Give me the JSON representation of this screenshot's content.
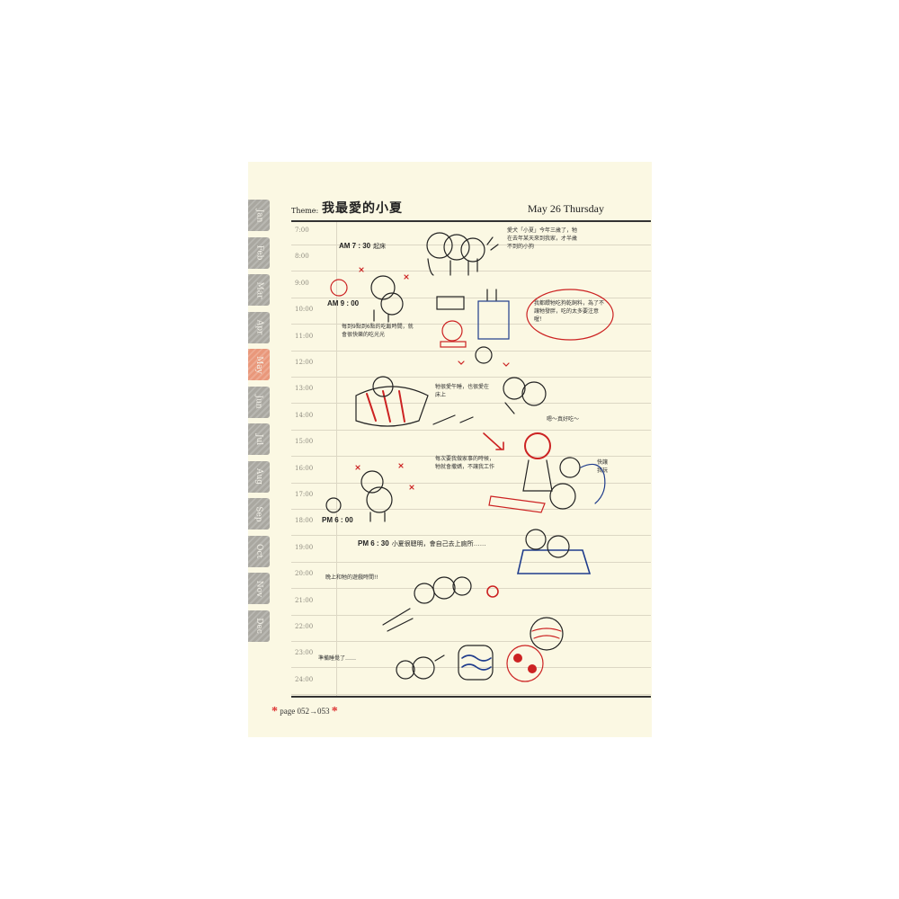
{
  "header": {
    "theme_label": "Theme:",
    "theme_title": "我最愛的小夏",
    "date": "May 26 Thursday"
  },
  "months": [
    "Jan",
    "Feb",
    "Mar",
    "Apr",
    "May",
    "Jun",
    "Jul",
    "Aug",
    "Sep",
    "Oct",
    "Nov",
    "Dec"
  ],
  "active_month": "May",
  "hours": [
    "7:00",
    "8:00",
    "9:00",
    "10:00",
    "11:00",
    "12:00",
    "13:00",
    "14:00",
    "15:00",
    "16:00",
    "17:00",
    "18:00",
    "19:00",
    "20:00",
    "21:00",
    "22:00",
    "23:00",
    "24:00"
  ],
  "annotations": {
    "am730": "AM 7 : 30",
    "am730_note": "起床",
    "am900": "AM 9 : 00",
    "pm600": "PM 6 : 00",
    "pm630": "PM 6 : 30",
    "pm630_note": "小夏很聰明，會自己去上廁所……"
  },
  "notes": {
    "n1": "愛犬「小夏」今年三歲了，牠在去年某天來到我家，才半歲不到的小狗",
    "n2": "我都餵牠吃狗乾飼料，為了不讓牠發胖，吃的太多要注意喔！",
    "n3": "每到9點到6點的吃飯時間，就會很快樂的吃光光",
    "n4": "牠很愛午睡，也很愛在床上",
    "n5": "每次要我做家事的時候，牠就會撒嬌，不讓我工作",
    "n6": "晚上和牠的遊戲時間!!",
    "n7": "準備睡覺了……",
    "n8": "嗯～真好吃～",
    "n9": "快讓我玩"
  },
  "footer": {
    "page": "page 052→053"
  },
  "colors": {
    "paper": "#fbf8e3",
    "accent_red": "#d33333",
    "accent_blue": "#1f3c8c",
    "tab_gray": "#a9a7a0",
    "tab_active": "#e9977a"
  }
}
